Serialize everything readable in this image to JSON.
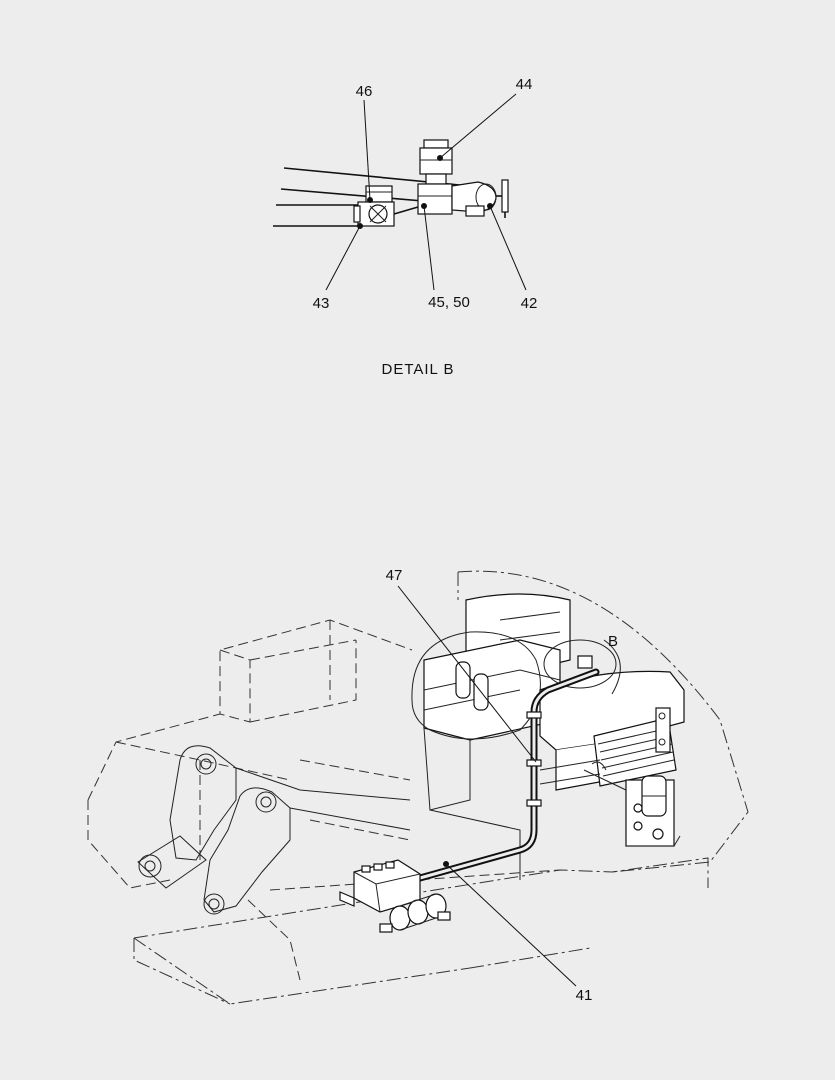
{
  "detail_view": {
    "caption": "DETAIL  B",
    "callouts": {
      "c46": "46",
      "c44": "44",
      "c43": "43",
      "c45_50": "45, 50",
      "c42": "42"
    }
  },
  "main_view": {
    "detail_marker": "B",
    "callouts": {
      "c47": "47",
      "c41": "41"
    }
  }
}
